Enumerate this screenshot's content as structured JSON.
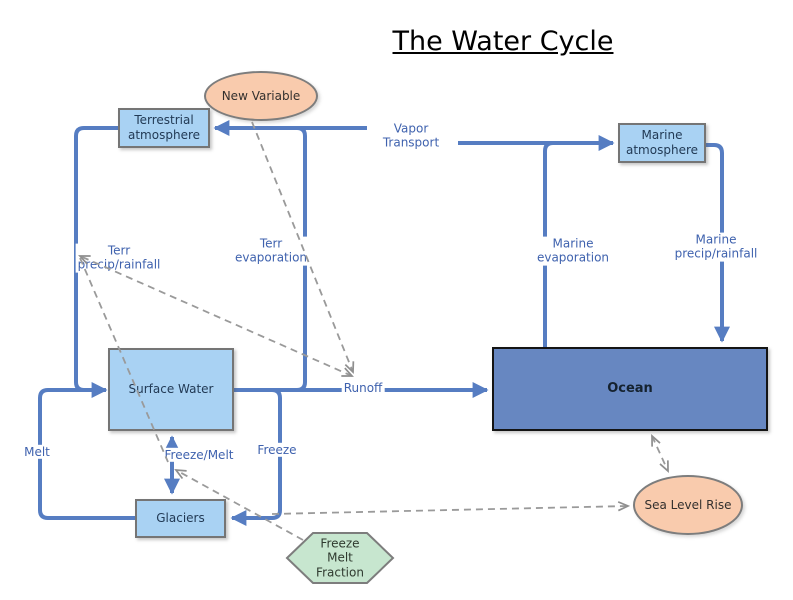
{
  "title": "The Water Cycle",
  "colors": {
    "line_blue": "#567dc2",
    "node_fill_blue": "#a9d2f3",
    "ocean_fill": "#6787c1",
    "peach_fill": "#f9cbad",
    "green_fill": "#c7e6cf",
    "dashed_gray": "#8f8f8f",
    "flow_label_blue": "#3f62ae"
  },
  "nodes": {
    "terrestrial_atmosphere": {
      "label": "Terrestrial\natmosphere",
      "shape": "box"
    },
    "marine_atmosphere": {
      "label": "Marine\natmosphere",
      "shape": "box"
    },
    "surface_water": {
      "label": "Surface Water",
      "shape": "box"
    },
    "ocean": {
      "label": "Ocean",
      "shape": "box"
    },
    "glaciers": {
      "label": "Glaciers",
      "shape": "box"
    },
    "new_variable": {
      "label": "New Variable",
      "shape": "ellipse"
    },
    "sea_level_rise": {
      "label": "Sea Level Rise",
      "shape": "ellipse"
    },
    "freeze_melt_fraction": {
      "label": "Freeze\nMelt\nFraction",
      "shape": "hexagon"
    }
  },
  "flow_labels": {
    "vapor_transport": "Vapor\nTransport",
    "terr_precip": "Terr\nprecip/rainfall",
    "terr_evaporation": "Terr\nevaporation",
    "marine_evaporation": "Marine\nevaporation",
    "marine_precip": "Marine\nprecip/rainfall",
    "runoff": "Runoff",
    "melt": "Melt",
    "freeze": "Freeze",
    "freeze_melt": "Freeze/Melt"
  },
  "edges": [
    {
      "from": "terrestrial_atmosphere",
      "to": "surface_water",
      "label": "Terr precip/rainfall",
      "style": "solid"
    },
    {
      "from": "surface_water",
      "to": "terrestrial_atmosphere",
      "label": "Terr evaporation",
      "style": "solid"
    },
    {
      "from": "vapor_transport_junction",
      "to": "terrestrial_atmosphere",
      "label": "Vapor Transport",
      "style": "solid"
    },
    {
      "from": "vapor_transport_junction",
      "to": "marine_atmosphere",
      "label": "Vapor Transport",
      "style": "solid"
    },
    {
      "from": "ocean",
      "to": "marine_atmosphere",
      "label": "Marine evaporation",
      "style": "solid"
    },
    {
      "from": "marine_atmosphere",
      "to": "ocean",
      "label": "Marine precip/rainfall",
      "style": "solid"
    },
    {
      "from": "surface_water",
      "to": "ocean",
      "label": "Runoff",
      "style": "solid"
    },
    {
      "from": "surface_water",
      "to": "glaciers",
      "label": "Freeze",
      "style": "solid"
    },
    {
      "from": "glaciers",
      "to": "surface_water",
      "label": "Melt",
      "style": "solid"
    },
    {
      "from": "surface_water",
      "to": "glaciers",
      "label": "Freeze/Melt",
      "style": "solid-double"
    },
    {
      "from": "new_variable",
      "to": "runoff_junction",
      "style": "dashed"
    },
    {
      "from": "runoff_junction",
      "to": "terr_precip_line",
      "style": "dashed-double"
    },
    {
      "from": "terr_precip_line",
      "to": "freeze_melt_junction",
      "style": "dashed"
    },
    {
      "from": "freeze_melt_fraction",
      "to": "freeze_melt_junction",
      "style": "dashed"
    },
    {
      "from": "freeze_corner",
      "to": "sea_level_rise",
      "style": "dashed"
    },
    {
      "from": "ocean",
      "to": "sea_level_rise",
      "style": "dashed-double"
    }
  ]
}
